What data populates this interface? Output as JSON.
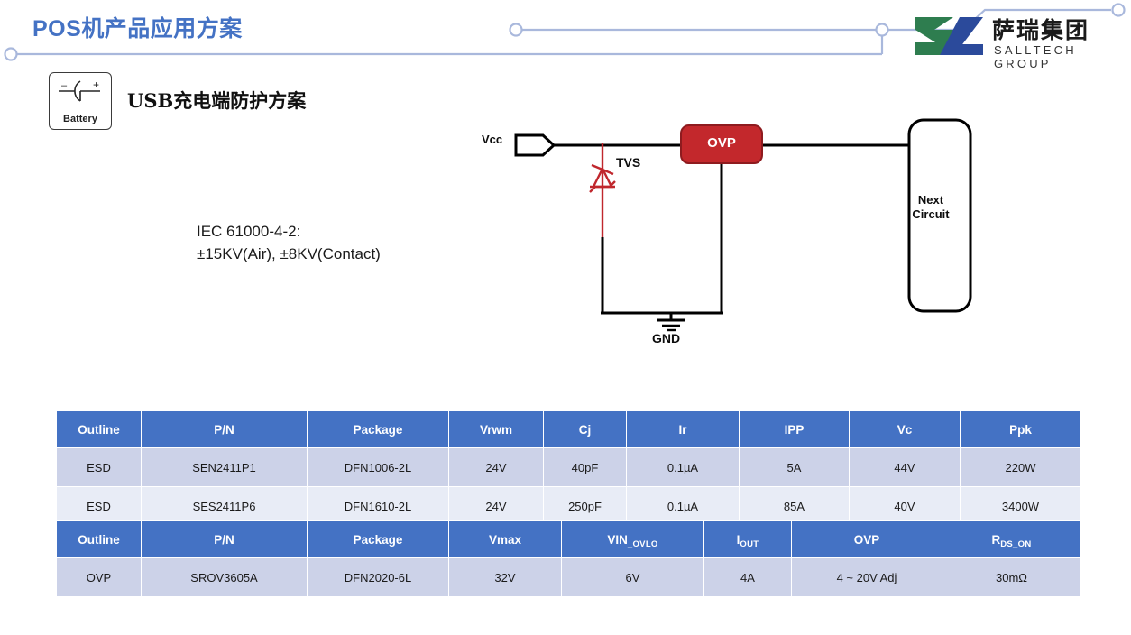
{
  "header": {
    "title": "POS机产品应用方案",
    "title_color": "#4472C4",
    "logo": {
      "cn": "萨瑞集团",
      "en": "SALLTECH GROUP",
      "mark_green": "#2E7D4F",
      "mark_blue": "#2B4A9B"
    },
    "decor_line_color": "#A9B8DC"
  },
  "badge": {
    "icon": "battery-icon",
    "caption": "Battery",
    "minus": "–",
    "plus": "+"
  },
  "section": {
    "subtitle": "USB充电端防护方案",
    "iec_note": "IEC 61000-4-2:\n±15KV(Air), ±8KV(Contact)"
  },
  "circuit": {
    "vcc_label": "Vcc",
    "tvs_label": "TVS",
    "gnd_label": "GND",
    "ovp_label": "OVP",
    "ovp_fill": "#C3282C",
    "ovp_stroke": "#8E1B1F",
    "next_circuit_label": "Next\nCircuit",
    "tvs_color": "#C0272D",
    "wire_color": "#000000"
  },
  "tables": [
    {
      "name": "esd-table",
      "headers": [
        "Outline",
        "P/N",
        "Package",
        "Vrwm",
        "Cj",
        "Ir",
        "IPP",
        "Vc",
        "Ppk"
      ],
      "rows": [
        [
          "ESD",
          "SEN2411P1",
          "DFN1006-2L",
          "24V",
          "40pF",
          "0.1µA",
          "5A",
          "44V",
          "220W"
        ],
        [
          "ESD",
          "SES2411P6",
          "DFN1610-2L",
          "24V",
          "250pF",
          "0.1µA",
          "85A",
          "40V",
          "3400W"
        ]
      ]
    },
    {
      "name": "ovp-table",
      "headers_rich": [
        {
          "main": "Outline",
          "sub": ""
        },
        {
          "main": "P/N",
          "sub": ""
        },
        {
          "main": "Package",
          "sub": ""
        },
        {
          "main": "Vmax",
          "sub": ""
        },
        {
          "main": "VIN",
          "sub": "_OVLO"
        },
        {
          "main": "I",
          "sub": "OUT"
        },
        {
          "main": "OVP",
          "sub": ""
        },
        {
          "main": "R",
          "sub": "DS_ON"
        }
      ],
      "rows": [
        [
          "OVP",
          "SROV3605A",
          "DFN2020-6L",
          "32V",
          "6V",
          "4A",
          "4 ~ 20V Adj",
          "30mΩ"
        ]
      ]
    }
  ],
  "theme": {
    "header_bg": "#4472C4",
    "row_odd_bg": "#ccd2e8",
    "row_even_bg": "#e8ecf6"
  }
}
